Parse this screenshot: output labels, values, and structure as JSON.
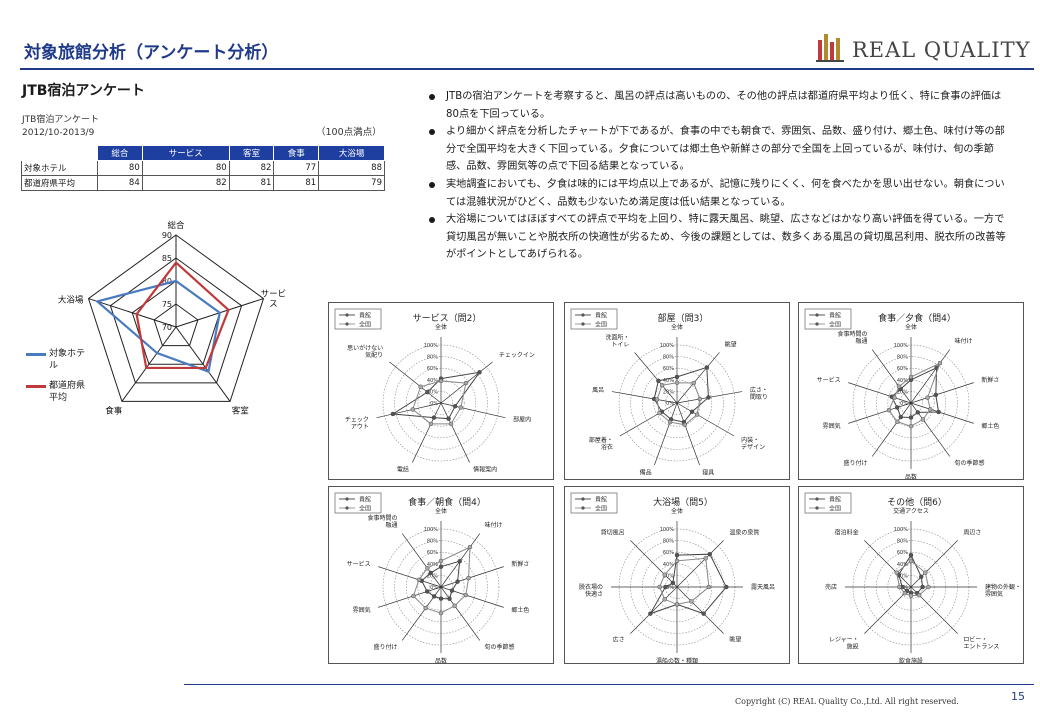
{
  "header": {
    "title": "対象旅館分析（アンケート分析）",
    "logo_text": "REAL QUALITY"
  },
  "section_title": "JTB宿泊アンケート",
  "source": {
    "line1": "JTB宿泊アンケート",
    "line2": "2012/10-2013/9"
  },
  "unit_note": "（100点満点）",
  "table": {
    "columns": [
      "総合",
      "サービス",
      "客室",
      "食事",
      "大浴場"
    ],
    "rows": [
      {
        "label": "対象ホテル",
        "values": [
          "80",
          "80",
          "82",
          "77",
          "88"
        ]
      },
      {
        "label": "都道府県平均",
        "values": [
          "84",
          "82",
          "81",
          "81",
          "79"
        ]
      }
    ]
  },
  "chart_data": {
    "type": "radar",
    "axes": [
      "総合",
      "サービス",
      "客室",
      "食事",
      "大浴場"
    ],
    "axis_display": [
      "総合",
      "サービ\nス",
      "客室",
      "食事",
      "大浴場"
    ],
    "range": [
      70,
      90
    ],
    "ticks": [
      "70",
      "75",
      "80",
      "85",
      "90"
    ],
    "series": [
      {
        "name": "対象ホテル",
        "values": [
          80,
          80,
          82,
          77,
          88
        ],
        "color": "#4a7abf"
      },
      {
        "name": "都道府県平均",
        "values": [
          84,
          82,
          81,
          81,
          79
        ],
        "color": "#c0393b"
      }
    ],
    "legend": "left"
  },
  "legend_items": [
    {
      "label": "対象ホテル",
      "color": "#4a7abf"
    },
    {
      "label": "都道府県平均",
      "color": "#c0393b"
    }
  ],
  "bullets": [
    "JTBの宿泊アンケートを考察すると、風呂の評点は高いものの、その他の評点は都道府県平均より低く、特に食事の評価は80点を下回っている。",
    "より細かく評点を分析したチャートが下であるが、食事の中でも朝食で、雰囲気、品数、盛り付け、郷土色、味付け等の部分で全国平均を大きく下回っている。夕食については郷土色や新鮮さの部分で全国を上回っているが、味付け、旬の季節感、品数、雰囲気等の点で下回る結果となっている。",
    "実地調査においても、夕食は味的には平均点以上であるが、記憶に残りにくく、何を食べたかを思い出せない。朝食については混雑状況がひどく、品数も少ないため満足度は低い結果となっている。",
    "大浴場についてはほぼすべての評点で平均を上回り、特に露天風呂、眺望、広さなどはかなり高い評価を得ている。一方で貸切風呂が無いことや脱衣所の快適性が劣るため、今後の課題としては、数多くある風呂の貸切風呂利用、脱衣所の改善等がポイントとしてあげられる。"
  ],
  "mini_charts": [
    {
      "title": "サービス（問2）",
      "legend": [
        "貴館",
        "全国"
      ],
      "axes": [
        "全体",
        "チェックイン",
        "部屋内",
        "情報案内",
        "電話",
        "チェック\nアウト",
        "思いがけない\n気配り"
      ],
      "ticks": [
        "100%",
        "80%",
        "60%",
        "40%",
        "20%",
        "0%"
      ],
      "series": [
        {
          "name": "貴館",
          "values": [
            0.42,
            0.85,
            0.25,
            0.3,
            0.28,
            0.85,
            0.3
          ]
        },
        {
          "name": "全国",
          "values": [
            0.38,
            0.55,
            0.35,
            0.4,
            0.4,
            0.5,
            0.45
          ]
        }
      ]
    },
    {
      "title": "部屋（問3）",
      "legend": [
        "貴館",
        "全国"
      ],
      "axes": [
        "全体",
        "眺望",
        "広さ・\n間取り",
        "内装・\nデザイン",
        "寝具",
        "備品",
        "部屋着・\n浴衣",
        "風呂",
        "洗面所・\nトイレ"
      ],
      "ticks": [
        "100%",
        "80%",
        "60%",
        "40%",
        "20%",
        "0%"
      ],
      "series": [
        {
          "name": "貴館",
          "values": [
            0.45,
            0.8,
            0.55,
            0.3,
            0.35,
            0.3,
            0.3,
            0.4,
            0.5
          ]
        },
        {
          "name": "全国",
          "values": [
            0.35,
            0.45,
            0.4,
            0.4,
            0.4,
            0.35,
            0.35,
            0.35,
            0.4
          ]
        }
      ]
    },
    {
      "title": "食事／夕食（問4）",
      "legend": [
        "貴館",
        "全国"
      ],
      "axes": [
        "全体",
        "味付け",
        "新鮮さ",
        "郷土色",
        "旬の季節感",
        "品数",
        "盛り付け",
        "雰囲気",
        "サービス",
        "食事時間の\n融通"
      ],
      "ticks": [
        "100%",
        "80%",
        "60%",
        "40%",
        "20%",
        "0%"
      ],
      "series": [
        {
          "name": "貴館",
          "values": [
            0.4,
            0.75,
            0.45,
            0.5,
            0.2,
            0.25,
            0.3,
            0.25,
            0.35,
            0.3
          ]
        },
        {
          "name": "全国",
          "values": [
            0.45,
            0.85,
            0.3,
            0.35,
            0.35,
            0.4,
            0.4,
            0.4,
            0.3,
            0.35
          ]
        }
      ]
    },
    {
      "title": "食事／朝食（問4）",
      "legend": [
        "貴館",
        "全国"
      ],
      "axes": [
        "全体",
        "味付け",
        "新鮮さ",
        "郷土色",
        "旬の季節感",
        "品数",
        "盛り付け",
        "雰囲気",
        "サービス",
        "食事時間の\n融通"
      ],
      "ticks": [
        "100%",
        "80%",
        "60%",
        "40%",
        "20%",
        "0%"
      ],
      "series": [
        {
          "name": "貴館",
          "values": [
            0.35,
            0.55,
            0.3,
            0.2,
            0.25,
            0.2,
            0.2,
            0.25,
            0.35,
            0.3
          ]
        },
        {
          "name": "全国",
          "values": [
            0.45,
            0.85,
            0.5,
            0.45,
            0.4,
            0.45,
            0.45,
            0.5,
            0.4,
            0.4
          ]
        }
      ]
    },
    {
      "title": "大浴場（問5）",
      "legend": [
        "貴館",
        "全国"
      ],
      "axes": [
        "全体",
        "温泉の泉質",
        "露天風呂",
        "眺望",
        "湯船の数・種類",
        "広さ",
        "脱衣場の\n快適さ",
        "貸切風呂"
      ],
      "ticks": [
        "100%",
        "80%",
        "60%",
        "40%",
        "20%",
        "0%"
      ],
      "series": [
        {
          "name": "貴館",
          "values": [
            0.55,
            0.8,
            0.85,
            0.65,
            0.3,
            0.65,
            0.2,
            0.1
          ]
        },
        {
          "name": "全国",
          "values": [
            0.45,
            0.7,
            0.55,
            0.35,
            0.3,
            0.3,
            0.3,
            0.3
          ]
        }
      ]
    },
    {
      "title": "その他（問6）",
      "legend": [
        "貴館",
        "全国"
      ],
      "axes": [
        "交通アクセス",
        "周辺さ",
        "建物の外観・\n雰囲気",
        "ロビー・\nエントランス",
        "飲食施設",
        "レジャー・\n施設",
        "売店",
        "宿泊料金"
      ],
      "ticks": [
        "100%",
        "80%",
        "60%",
        "40%",
        "20%",
        "0%"
      ],
      "series": [
        {
          "name": "貴館",
          "values": [
            0.55,
            0.25,
            0.2,
            0.15,
            0.1,
            0.1,
            0.15,
            0.3
          ]
        },
        {
          "name": "全国",
          "values": [
            0.45,
            0.35,
            0.3,
            0.2,
            0.15,
            0.15,
            0.2,
            0.35
          ]
        }
      ]
    }
  ],
  "footer": {
    "copyright": "Copyright (C) REAL Quality Co.,Ltd. All right reserved.",
    "page": "15"
  },
  "colors": {
    "brand": "#1f3a8a",
    "table_header": "#1f3fa0",
    "hotel": "#4a7abf",
    "average": "#c0393b"
  }
}
